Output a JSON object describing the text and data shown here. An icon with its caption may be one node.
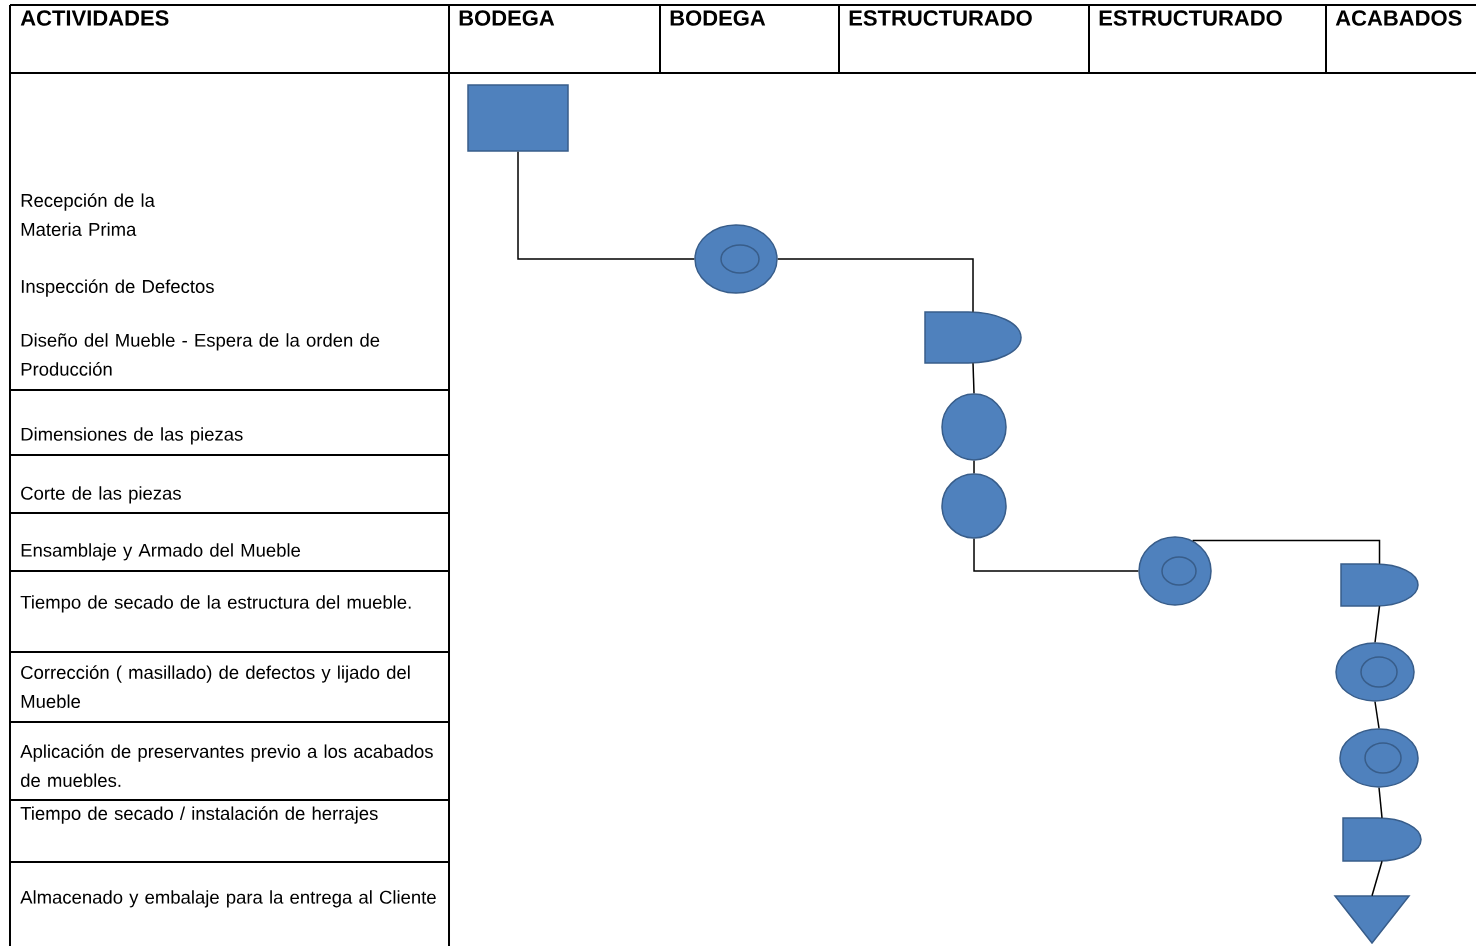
{
  "diagram": {
    "nodes": [
      {
        "text": [],
        "shape": "box"
      },
      {
        "text": [],
        "shape": "circle"
      },
      {
        "text": [],
        "shape": "delay"
      },
      {
        "text": [],
        "shape": "circle"
      },
      {
        "text": [],
        "shape": "circle"
      },
      {
        "text": [],
        "shape": "circle"
      },
      {
        "text": [],
        "shape": "delay"
      },
      {
        "text": [],
        "shape": "circle"
      },
      {
        "text": [],
        "shape": "circle"
      },
      {
        "text": [],
        "shape": "delay"
      },
      {
        "text": [],
        "shape": "triangle"
      }
    ],
    "edges": [
      {
        "from": 0,
        "to": 1,
        "arrow": "none"
      },
      {
        "from": 1,
        "to": 2,
        "arrow": "none"
      },
      {
        "from": 2,
        "to": 3,
        "arrow": "none"
      },
      {
        "from": 3,
        "to": 4,
        "arrow": "none"
      },
      {
        "from": 4,
        "to": 5,
        "arrow": "none"
      },
      {
        "from": 5,
        "to": 6,
        "arrow": "none"
      },
      {
        "from": 6,
        "to": 7,
        "arrow": "none"
      },
      {
        "from": 7,
        "to": 8,
        "arrow": "none"
      },
      {
        "from": 8,
        "to": 9,
        "arrow": "none"
      },
      {
        "from": 9,
        "to": 10,
        "arrow": "none"
      }
    ],
    "labels": [
      "ACTIVIDADES",
      "BODEGA",
      "BODEGA",
      "ESTRUCTURADO",
      "ESTRUCTURADO",
      "ACABADOS",
      "Recepción de la Materia Prima",
      "Inspección de Defectos",
      "Diseño del Mueble - Espera de la orden de Producción",
      "Dimensiones de las piezas",
      "Corte de las piezas",
      "Ensamblaje y Armado del Mueble",
      "Tiempo de secado de la estructura del mueble.",
      "Corrección ( masillado) de defectos y lijado del Mueble",
      "Aplicación de preservantes previo a los acabados de muebles.",
      "Tiempo de secado / instalación de herrajes",
      "Almacenado y embalaje para la entrega al Cliente"
    ]
  }
}
